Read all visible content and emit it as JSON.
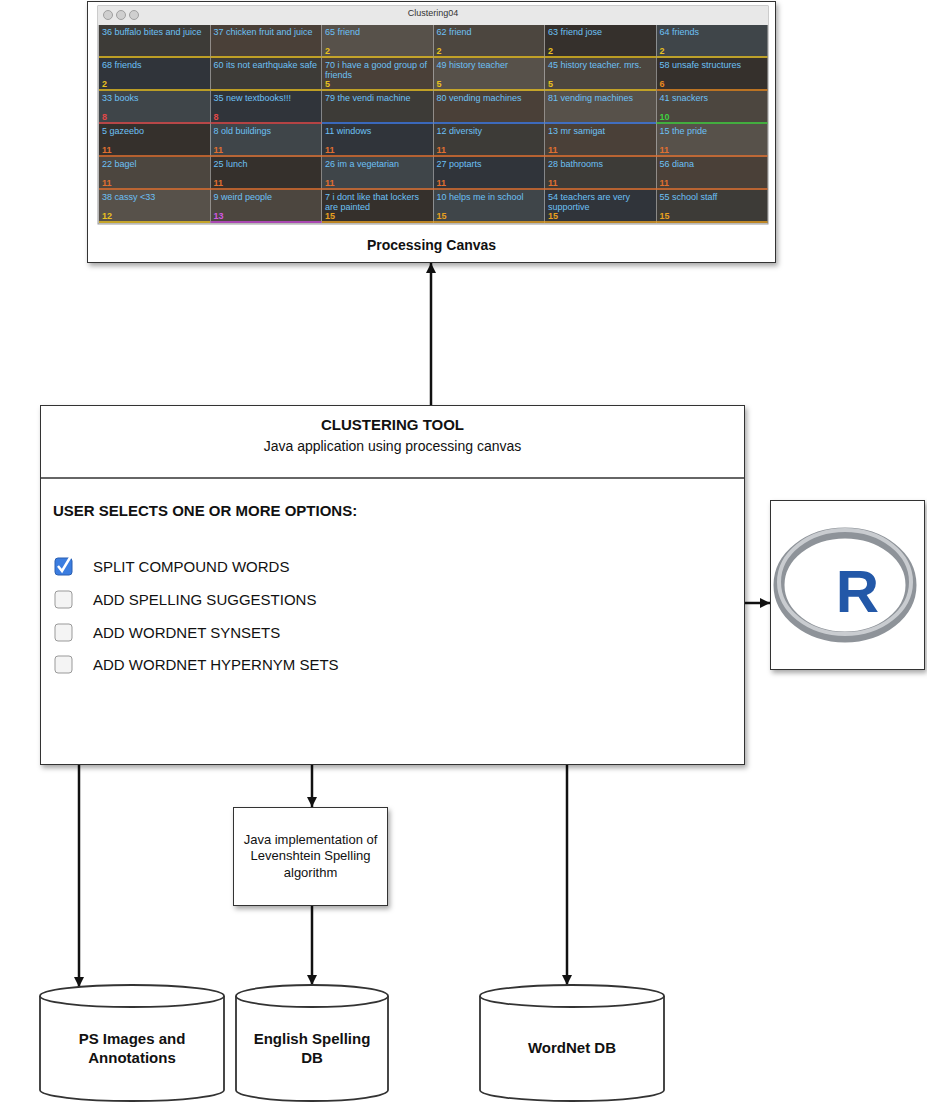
{
  "diagram": {
    "nodes": [
      {
        "text": [
          "Processing Canvas"
        ]
      },
      {
        "text": [
          "CLUSTERING TOOL",
          "Java application using processing canvas",
          "USER SELECTS ONE OR MORE OPTIONS:",
          "SPLIT COMPOUND WORDS",
          "ADD SPELLING SUGGESTIONS",
          "ADD WORDNET SYNSETS",
          "ADD WORDNET HYPERNYM SETS"
        ]
      },
      {
        "text": [
          "R"
        ]
      },
      {
        "text": [
          "Java implementation of Levenshtein Spelling algorithm"
        ]
      },
      {
        "text": [
          "PS Images and Annotations"
        ]
      },
      {
        "text": [
          "English Spelling DB"
        ]
      },
      {
        "text": [
          "WordNet DB"
        ]
      }
    ],
    "edges": [
      {
        "from": 1,
        "to": 0,
        "arrow": "to"
      },
      {
        "from": 1,
        "to": 2,
        "arrow": "to"
      },
      {
        "from": 1,
        "to": 4,
        "arrow": "to"
      },
      {
        "from": 1,
        "to": 3,
        "arrow": "to"
      },
      {
        "from": 3,
        "to": 5,
        "arrow": "to"
      },
      {
        "from": 1,
        "to": 6,
        "arrow": "to"
      }
    ],
    "labels": [
      "Clustering04",
      "36 buffalo bites and juice",
      "37 chicken fruit and juice",
      "65 friend",
      "2",
      "62 friend",
      "2",
      "63 friend jose",
      "2",
      "64 friends",
      "2",
      "68 friends",
      "2",
      "60 its not earthquake safe",
      "70 i have a good group of friends",
      "5",
      "49 history teacher",
      "5",
      "45 history teacher. mrs.",
      "5",
      "58 unsafe structures",
      "6",
      "33 books",
      "8",
      "35 new textbooks!!!",
      "8",
      "79 the vendi machine",
      "80 vending machines",
      "81 vending machines",
      "41 snackers",
      "10",
      "5 gazeebo",
      "11",
      "8 old buildings",
      "11",
      "11 windows",
      "11",
      "12 diversity",
      "11",
      "13 mr samigat",
      "11",
      "15 the pride",
      "11",
      "22 bagel",
      "11",
      "25 lunch",
      "11",
      "26 im a vegetarian",
      "11",
      "27 poptarts",
      "11",
      "28 bathrooms",
      "11",
      "56 diana",
      "11",
      "38 cassy <33",
      "12",
      "9 weird people",
      "13",
      "7 i dont like that lockers are painted",
      "15",
      "10 helps me in school",
      "15",
      "54 teachers are very supportive",
      "15",
      "55 school staff",
      "15"
    ]
  }
}
